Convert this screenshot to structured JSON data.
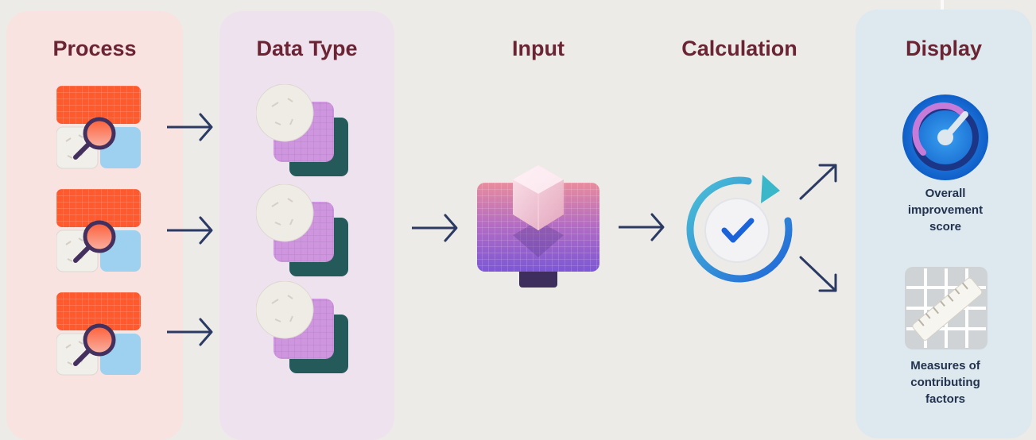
{
  "columns": {
    "process": "Process",
    "data_type": "Data Type",
    "input": "Input",
    "calculation": "Calculation",
    "display": "Display"
  },
  "display_items": [
    {
      "icon": "gauge-icon",
      "caption_lines": [
        "Overall",
        "improvement",
        "score"
      ]
    },
    {
      "icon": "ruler-grid-icon",
      "caption_lines": [
        "Measures of",
        "contributing",
        "factors"
      ]
    }
  ],
  "icons": {
    "process": "process-search-icon",
    "data_type": "data-stack-icon",
    "input": "monitor-cube-icon",
    "calculation": "refresh-check-icon"
  },
  "colors": {
    "title": "#6b2433",
    "arrow": "#2b3a62",
    "process_panel": "#f8e3e1",
    "data_type_panel": "#efe2ef",
    "display_panel": "#dde9ee",
    "caption": "#23324f"
  }
}
